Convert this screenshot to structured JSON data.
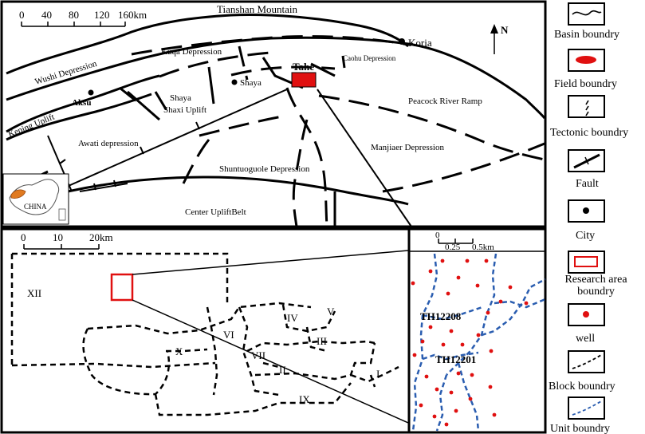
{
  "top_map": {
    "scale": {
      "ticks": [
        "0",
        "40",
        "80",
        "120",
        "160km"
      ]
    },
    "north": "N",
    "regions": {
      "tianshan": "Tianshan Mountain",
      "kuqa": "Kuqa Depression",
      "wushi": "Wushi Depression",
      "keping": "Keping Uplift",
      "awati": "Awati depression",
      "shaya_uplift_1": "Shaya",
      "shaya_uplift_2": "Shaxi Uplift",
      "caohu": "Caohu Depression",
      "peacock": "Peacock River Ramp",
      "manjiaer": "Manjiaer Depression",
      "shuntuoguole": "Shuntuoguole Depression",
      "center": "Center UpliftBelt"
    },
    "cities": {
      "koria": "Koria",
      "shaya": "Shaya",
      "aksu": "Aksu"
    },
    "field": "Tahe",
    "inset": "CHINA"
  },
  "bottom_left": {
    "scale": {
      "ticks": [
        "0",
        "10",
        "20km"
      ]
    },
    "blocks": {
      "xii": "XII",
      "v": "V",
      "iv": "IV",
      "iii": "III",
      "vi": "VI",
      "x": "X",
      "vii": "VII",
      "ii": "II",
      "i": "I",
      "ix": "IX"
    }
  },
  "bottom_right": {
    "scale": {
      "ticks": [
        "0",
        "0.25",
        "0.5km"
      ]
    },
    "wells": {
      "w1": "TH12208",
      "w2": "TH12201"
    }
  },
  "legend": {
    "items": [
      {
        "label": "Basin boundry",
        "icon": "wave-line-icon"
      },
      {
        "label": "Field boundry",
        "icon": "red-ellipse-icon"
      },
      {
        "label": "Tectonic boundry",
        "icon": "dashed-slash-icon"
      },
      {
        "label": "Fault",
        "icon": "fault-icon"
      },
      {
        "label": "City",
        "icon": "black-dot-icon"
      },
      {
        "label": "Research area boundry",
        "icon": "red-rectangle-icon"
      },
      {
        "label": "well",
        "icon": "red-dot-icon"
      },
      {
        "label": "Block boundry",
        "icon": "black-dashed-curve-icon"
      },
      {
        "label": "Unit boundry",
        "icon": "blue-dashed-curve-icon"
      }
    ]
  },
  "colors": {
    "field": "#e01010",
    "unit": "#2a5db0",
    "well": "#e01010",
    "inset_highlight": "#e07a20"
  }
}
